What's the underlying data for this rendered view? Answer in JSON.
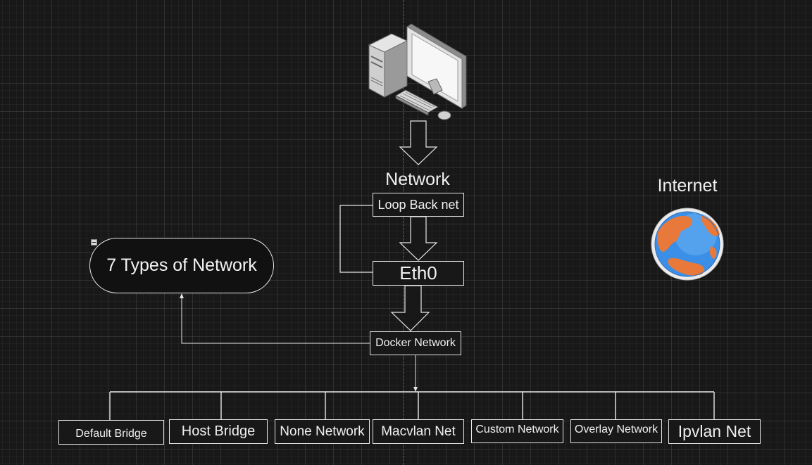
{
  "diagram": {
    "title_network": "Network",
    "title_internet": "Internet",
    "loopback": "Loop Back net",
    "eth0": "Eth0",
    "docker": "Docker Network",
    "types": "7 Types of Network",
    "leaves": [
      "Default Bridge",
      "Host Bridge",
      "None Network",
      "Macvlan Net",
      "Custom Network",
      "Overlay Network",
      "Ipvlan Net"
    ]
  },
  "icons": {
    "computer": "desktop-computer-icon",
    "internet": "globe-icon",
    "collapse": "collapse-toggle-icon"
  },
  "colors": {
    "background": "#181818",
    "stroke": "#e6e6e6",
    "globe_ocean": "#3b8fe6",
    "globe_land": "#e8793a"
  }
}
